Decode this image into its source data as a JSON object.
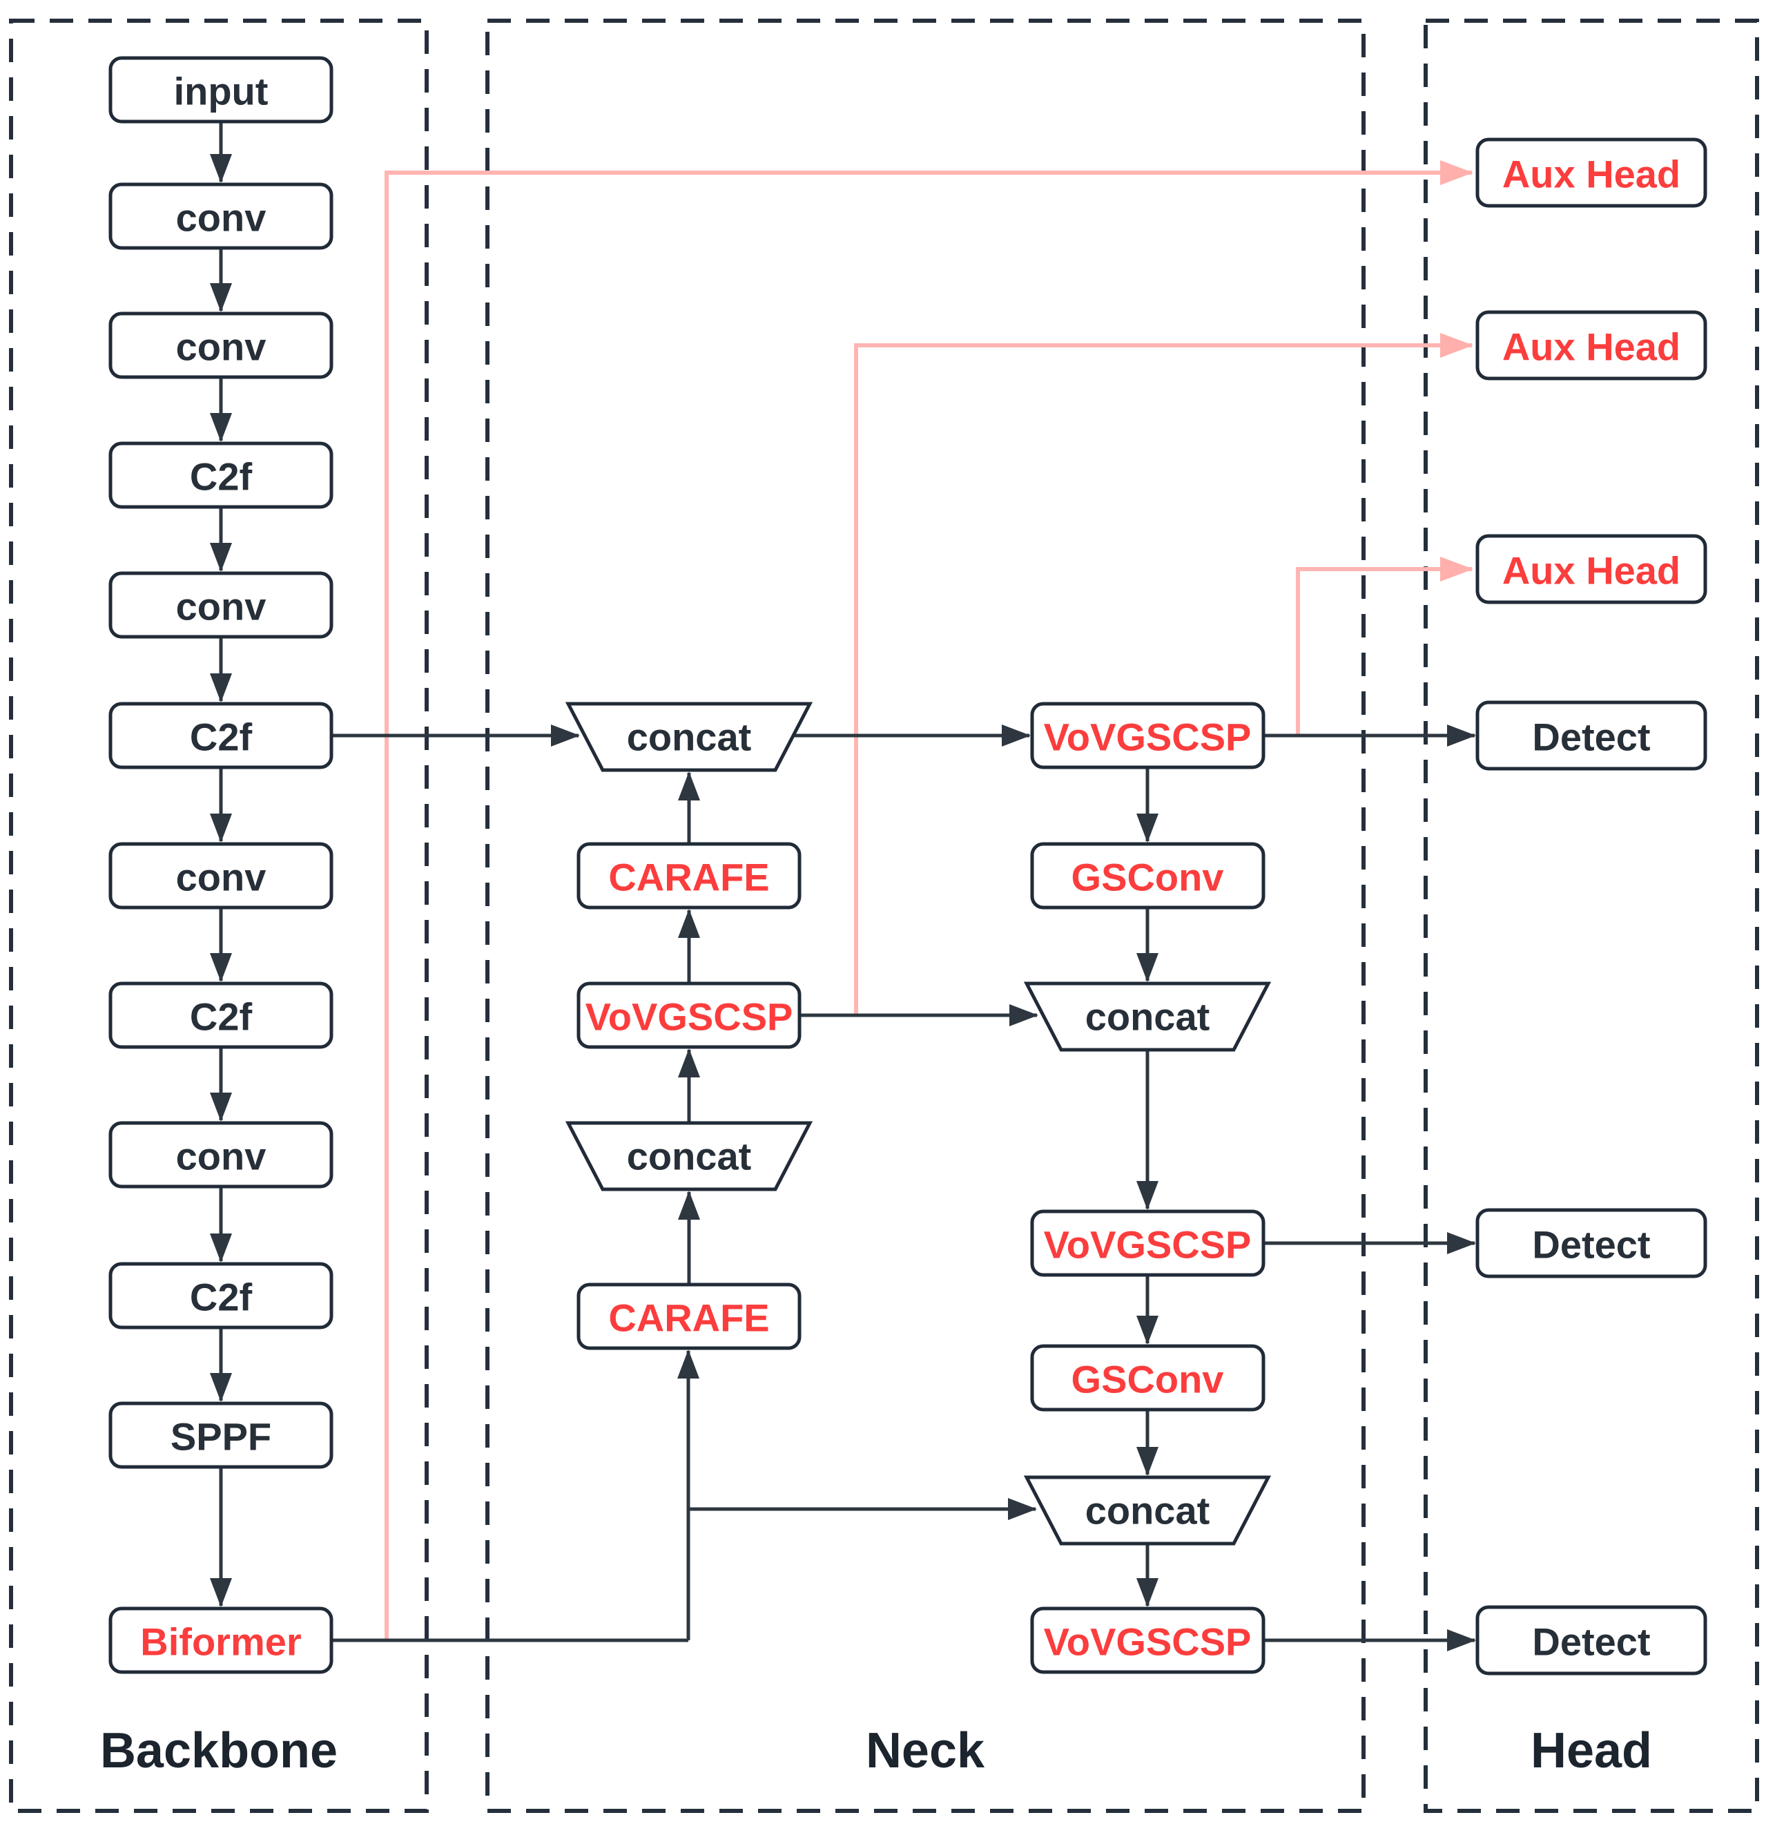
{
  "backbone": {
    "label": "Backbone",
    "nodes": [
      {
        "id": "input",
        "label": "input",
        "highlight": false
      },
      {
        "id": "conv-1",
        "label": "conv",
        "highlight": false
      },
      {
        "id": "conv-2",
        "label": "conv",
        "highlight": false
      },
      {
        "id": "c2f-1",
        "label": "C2f",
        "highlight": false
      },
      {
        "id": "conv-3",
        "label": "conv",
        "highlight": false
      },
      {
        "id": "c2f-2",
        "label": "C2f",
        "highlight": false
      },
      {
        "id": "conv-4",
        "label": "conv",
        "highlight": false
      },
      {
        "id": "c2f-3",
        "label": "C2f",
        "highlight": false
      },
      {
        "id": "conv-5",
        "label": "conv",
        "highlight": false
      },
      {
        "id": "c2f-4",
        "label": "C2f",
        "highlight": false
      },
      {
        "id": "sppf",
        "label": "SPPF",
        "highlight": false
      },
      {
        "id": "biformer",
        "label": "Biformer",
        "highlight": true
      }
    ]
  },
  "neck": {
    "label": "Neck",
    "upsample_column": [
      {
        "id": "concat-top",
        "label": "concat",
        "shape": "trapezoid",
        "highlight": false
      },
      {
        "id": "carafe-1",
        "label": "CARAFE",
        "shape": "box",
        "highlight": true
      },
      {
        "id": "vovgscsp-up",
        "label": "VoVGSCSP",
        "shape": "box",
        "highlight": true
      },
      {
        "id": "concat-mid",
        "label": "concat",
        "shape": "trapezoid",
        "highlight": false
      },
      {
        "id": "carafe-2",
        "label": "CARAFE",
        "shape": "box",
        "highlight": true
      }
    ],
    "downsample_column": [
      {
        "id": "vovgscsp-p3",
        "label": "VoVGSCSP",
        "shape": "box",
        "highlight": true
      },
      {
        "id": "gsconv-1",
        "label": "GSConv",
        "shape": "box",
        "highlight": true
      },
      {
        "id": "concat-right-1",
        "label": "concat",
        "shape": "trapezoid",
        "highlight": false
      },
      {
        "id": "vovgscsp-p4",
        "label": "VoVGSCSP",
        "shape": "box",
        "highlight": true
      },
      {
        "id": "gsconv-2",
        "label": "GSConv",
        "shape": "box",
        "highlight": true
      },
      {
        "id": "concat-right-2",
        "label": "concat",
        "shape": "trapezoid",
        "highlight": false
      },
      {
        "id": "vovgscsp-p5",
        "label": "VoVGSCSP",
        "shape": "box",
        "highlight": true
      }
    ]
  },
  "head": {
    "label": "Head",
    "nodes": [
      {
        "id": "aux-head-1",
        "label": "Aux Head",
        "highlight": true
      },
      {
        "id": "aux-head-2",
        "label": "Aux Head",
        "highlight": true
      },
      {
        "id": "aux-head-3",
        "label": "Aux Head",
        "highlight": true
      },
      {
        "id": "detect-1",
        "label": "Detect",
        "highlight": false
      },
      {
        "id": "detect-2",
        "label": "Detect",
        "highlight": false
      },
      {
        "id": "detect-3",
        "label": "Detect",
        "highlight": false
      }
    ]
  },
  "colors": {
    "background": "#ffffff",
    "line": "#2e3740",
    "box_border": "#212b38",
    "dashed_border": "#252f3c",
    "text": "#272f38",
    "highlight_text": "#fb3d3d",
    "aux_line": "#ffb5b2"
  }
}
